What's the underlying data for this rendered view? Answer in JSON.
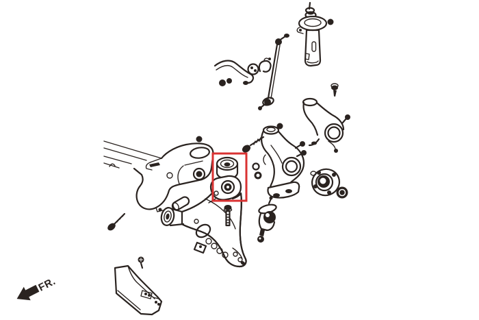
{
  "diagram": {
    "kind": "exploded-suspension-parts-diagram",
    "front_label": "FR.",
    "background_color": "#ffffff",
    "line_color": "#2a2320",
    "highlight": {
      "color": "#d93232",
      "shape": "rectangle",
      "part": "lower-arm-rear-bushing"
    },
    "parts": [
      "strut-assembly",
      "strut-side-bolt",
      "small-screw",
      "stabilizer-bar",
      "stabilizer-bar-bushing",
      "stabilizer-bar-bracket",
      "stabilizer-end-link",
      "steering-knuckle-rear",
      "steering-knuckle-front",
      "knuckle-top-nut",
      "knuckle-studs",
      "wheel-hub",
      "hub-nut",
      "subframe-crossmember",
      "subframe-bolt",
      "lower-control-arm",
      "lower-arm-front-bushing",
      "lower-arm-rear-bushing",
      "bushing-sleeve",
      "arm-mount-bolt",
      "pinch-bolt",
      "washer",
      "lock-nut",
      "ball-joint",
      "ball-joint-nut",
      "splash-guard",
      "splash-guard-screw",
      "front-direction-arrow"
    ]
  }
}
